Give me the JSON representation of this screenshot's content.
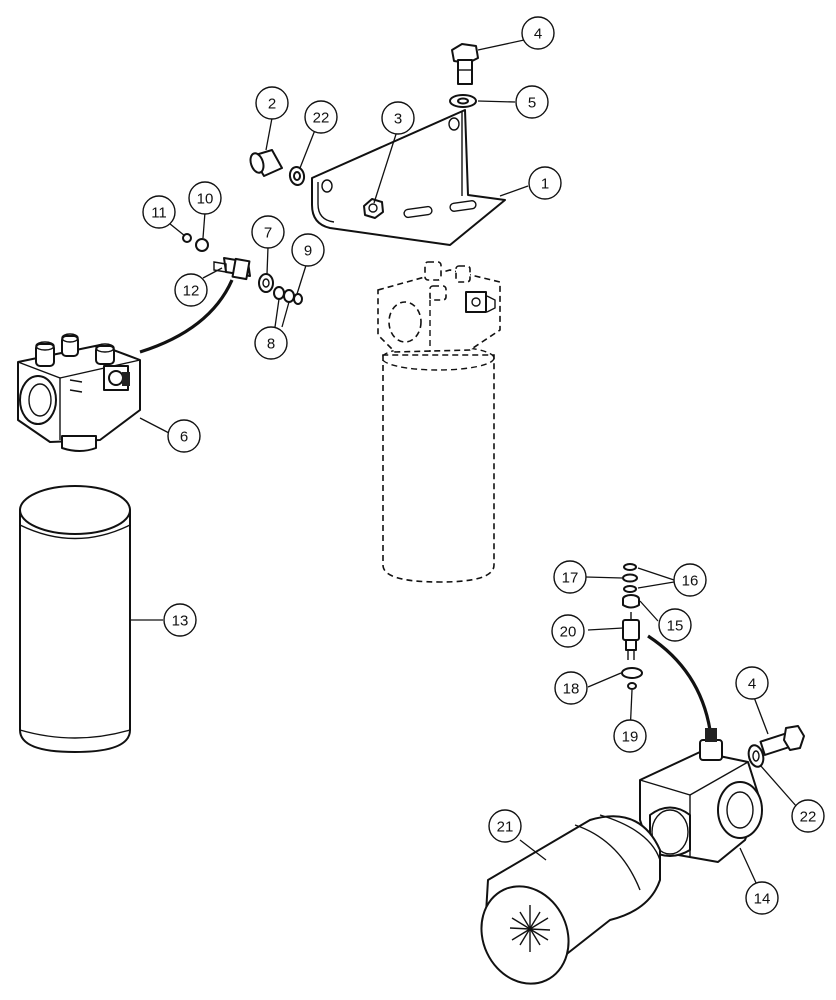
{
  "callouts": [
    {
      "id": "c1",
      "label": "1"
    },
    {
      "id": "c2",
      "label": "2"
    },
    {
      "id": "c3",
      "label": "3"
    },
    {
      "id": "c4a",
      "label": "4"
    },
    {
      "id": "c4b",
      "label": "4"
    },
    {
      "id": "c5",
      "label": "5"
    },
    {
      "id": "c6",
      "label": "6"
    },
    {
      "id": "c7",
      "label": "7"
    },
    {
      "id": "c8",
      "label": "8"
    },
    {
      "id": "c9",
      "label": "9"
    },
    {
      "id": "c10",
      "label": "10"
    },
    {
      "id": "c11",
      "label": "11"
    },
    {
      "id": "c12",
      "label": "12"
    },
    {
      "id": "c13",
      "label": "13"
    },
    {
      "id": "c14",
      "label": "14"
    },
    {
      "id": "c15",
      "label": "15"
    },
    {
      "id": "c16",
      "label": "16"
    },
    {
      "id": "c17",
      "label": "17"
    },
    {
      "id": "c18",
      "label": "18"
    },
    {
      "id": "c19",
      "label": "19"
    },
    {
      "id": "c20",
      "label": "20"
    },
    {
      "id": "c21",
      "label": "21"
    },
    {
      "id": "c22a",
      "label": "22"
    },
    {
      "id": "c22b",
      "label": "22"
    }
  ]
}
